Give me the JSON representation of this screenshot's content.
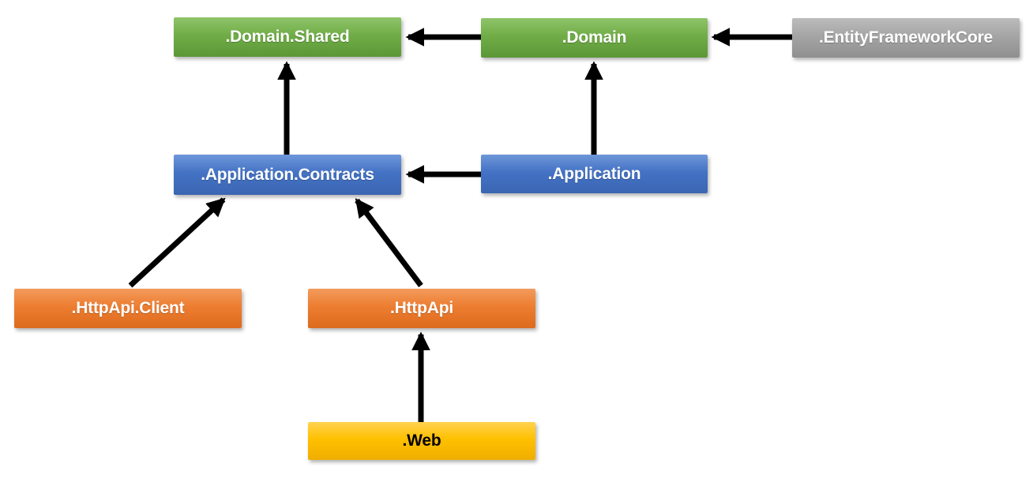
{
  "diagram": {
    "type": "dependency-diagram",
    "background_color": "#FFFFFF",
    "arrow_color": "#000000",
    "nodes": [
      {
        "id": "domain-shared",
        "label": ".Domain.Shared",
        "color": "#70AD47",
        "text_color": "#FFFFFF"
      },
      {
        "id": "domain",
        "label": ".Domain",
        "color": "#70AD47",
        "text_color": "#FFFFFF"
      },
      {
        "id": "entity-framework-core",
        "label": ".EntityFrameworkCore",
        "color": "#A5A5A5",
        "text_color": "#FFFFFF"
      },
      {
        "id": "application-contracts",
        "label": ".Application.Contracts",
        "color": "#4472C4",
        "text_color": "#FFFFFF"
      },
      {
        "id": "application",
        "label": ".Application",
        "color": "#4472C4",
        "text_color": "#FFFFFF"
      },
      {
        "id": "httpapi-client",
        "label": ".HttpApi.Client",
        "color": "#ED7D31",
        "text_color": "#FFFFFF"
      },
      {
        "id": "httpapi",
        "label": ".HttpApi",
        "color": "#ED7D31",
        "text_color": "#FFFFFF"
      },
      {
        "id": "web",
        "label": ".Web",
        "color": "#FFC000",
        "text_color": "#000000"
      }
    ],
    "edges": [
      {
        "from": "domain",
        "to": "domain-shared"
      },
      {
        "from": "entity-framework-core",
        "to": "domain"
      },
      {
        "from": "application-contracts",
        "to": "domain-shared"
      },
      {
        "from": "application",
        "to": "domain"
      },
      {
        "from": "application",
        "to": "application-contracts"
      },
      {
        "from": "httpapi-client",
        "to": "application-contracts"
      },
      {
        "from": "httpapi",
        "to": "application-contracts"
      },
      {
        "from": "web",
        "to": "httpapi"
      }
    ]
  }
}
